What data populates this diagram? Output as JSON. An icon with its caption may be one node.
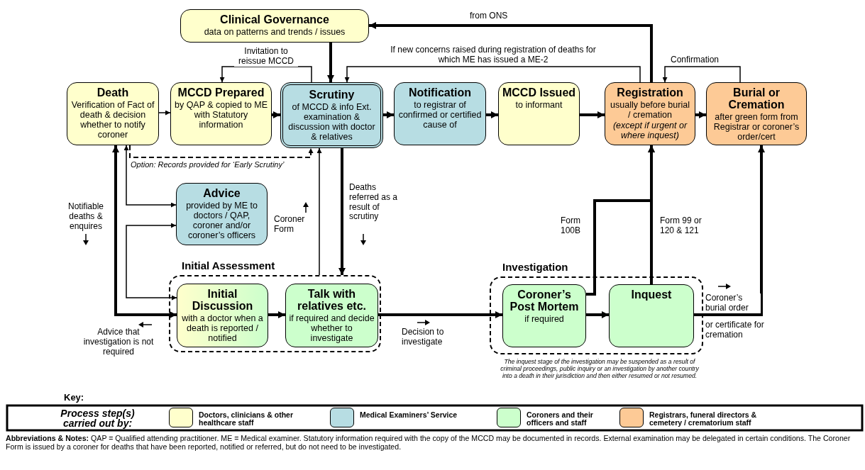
{
  "diagram": {
    "nodes": [
      {
        "text": [
          "Clinical Governance",
          "data on patterns and trends / issues"
        ]
      },
      {
        "text": [
          "Death",
          "Verification of Fact of death & decision whether to notify coroner"
        ]
      },
      {
        "text": [
          "MCCD Prepared",
          "by QAP & copied to ME with Statutory information"
        ]
      },
      {
        "text": [
          "Scrutiny",
          "of MCCD & info Ext. examination & discussion with doctor & relatives"
        ]
      },
      {
        "text": [
          "Notification",
          "to registrar of confirmed or certified cause of"
        ]
      },
      {
        "text": [
          "MCCD Issued",
          "to informant"
        ]
      },
      {
        "text": [
          "Registration",
          "usually before burial / cremation",
          "(except if urgent or where inquest)"
        ]
      },
      {
        "text": [
          "Burial or Cremation",
          "after green form from Registrar or coroner’s order/cert"
        ]
      },
      {
        "text": [
          "Advice",
          "provided by ME to doctors / QAP, coroner and/or coroner’s officers"
        ]
      },
      {
        "text": [
          "Initial Assessment"
        ]
      },
      {
        "text": [
          "Initial Discussion",
          "with a doctor when a death is reported / notified"
        ],
        "in": 9
      },
      {
        "text": [
          "Talk with relatives etc.",
          "if required and decide whether to investigate"
        ],
        "in": 9
      },
      {
        "text": [
          "Investigation"
        ]
      },
      {
        "text": [
          "Coroner’s Post Mortem",
          "if required"
        ],
        "in": 12
      },
      {
        "text": [
          "Inquest"
        ],
        "in": 12
      }
    ],
    "edges": [
      {
        "from": 1,
        "to": 2,
        "arrow": "to"
      },
      {
        "from": 2,
        "to": 3,
        "arrow": "to"
      },
      {
        "from": 3,
        "to": 4,
        "arrow": "to"
      },
      {
        "from": 4,
        "to": 5,
        "arrow": "to"
      },
      {
        "from": 5,
        "to": 6,
        "arrow": "to"
      },
      {
        "from": 6,
        "to": 7,
        "arrow": "to"
      },
      {
        "from": 0,
        "to": 3,
        "arrow": "to"
      },
      {
        "from": 6,
        "to": 0,
        "arrow": "to",
        "label": "from ONS"
      },
      {
        "from": 3,
        "to": 2,
        "arrow": "to",
        "label": "Invitation to reissue MCCD"
      },
      {
        "from": 6,
        "to": 3,
        "arrow": "to",
        "label": "If new concerns raised during registration of deaths for which ME has issued a ME-2"
      },
      {
        "from": 7,
        "to": 6,
        "arrow": "to",
        "label": "Confirmation"
      },
      {
        "from": 1,
        "to": 3,
        "arrow": "to",
        "style": "dashed",
        "label": "Option: Records provided for ‘Early Scrutiny’"
      },
      {
        "from": 3,
        "to": 9,
        "arrow": "to",
        "label": "Deaths referred as a result of scrutiny"
      },
      {
        "from": 9,
        "to": 3,
        "arrow": "to",
        "label": "Coroner Form"
      },
      {
        "from": 1,
        "to": 10,
        "arrow": "both",
        "label": "Notifiable deaths & enquires"
      },
      {
        "from": 1,
        "to": 8,
        "arrow": "both"
      },
      {
        "from": 8,
        "to": 10,
        "arrow": "both"
      },
      {
        "from": 10,
        "to": 11,
        "arrow": "to"
      },
      {
        "from": 11,
        "to": 13,
        "arrow": "to",
        "label": "Decision to investigate"
      },
      {
        "from": 13,
        "to": 14,
        "arrow": "to"
      },
      {
        "from": 13,
        "to": 6,
        "arrow": "to",
        "label": "Form 100B"
      },
      {
        "from": 14,
        "to": 6,
        "arrow": "to",
        "label": "Form 99 or 120 & 121"
      },
      {
        "from": 14,
        "to": 7,
        "arrow": "to",
        "label": "Coroner’s burial order"
      }
    ],
    "labels": [
      "Advice that investigation is not required",
      "or certificate for cremation",
      "The inquest stage of the investigation may be suspended as a result of criminal proceedings, public inquiry or an investigation by another country into a death in their jurisdiction and then either resumed or not resumed.",
      "Key:",
      "Process step(s) carried out by:",
      "**Abbreviations & Notes:** QAP = Qualified attending practitioner. ME = Medical examiner.  Statutory information required with the copy of the MCCD may be documented in records. External examination may be delegated in certain conditions. The Coroner Form is issued by a coroner for deaths that have been reported, notified or referred, but do not need to be investigated."
    ],
    "legend": [
      {
        "text": "Doctors, clinicians & other healthcare staff",
        "color": "#ffffcc"
      },
      {
        "text": "Medical Examiners’ Service",
        "color": "#b7dde3"
      },
      {
        "text": "Coroners and their officers and staff",
        "color": "#ccffcc"
      },
      {
        "text": "Registrars, funeral directors & cemetery / crematorium staff",
        "color": "#fdca96"
      }
    ]
  }
}
